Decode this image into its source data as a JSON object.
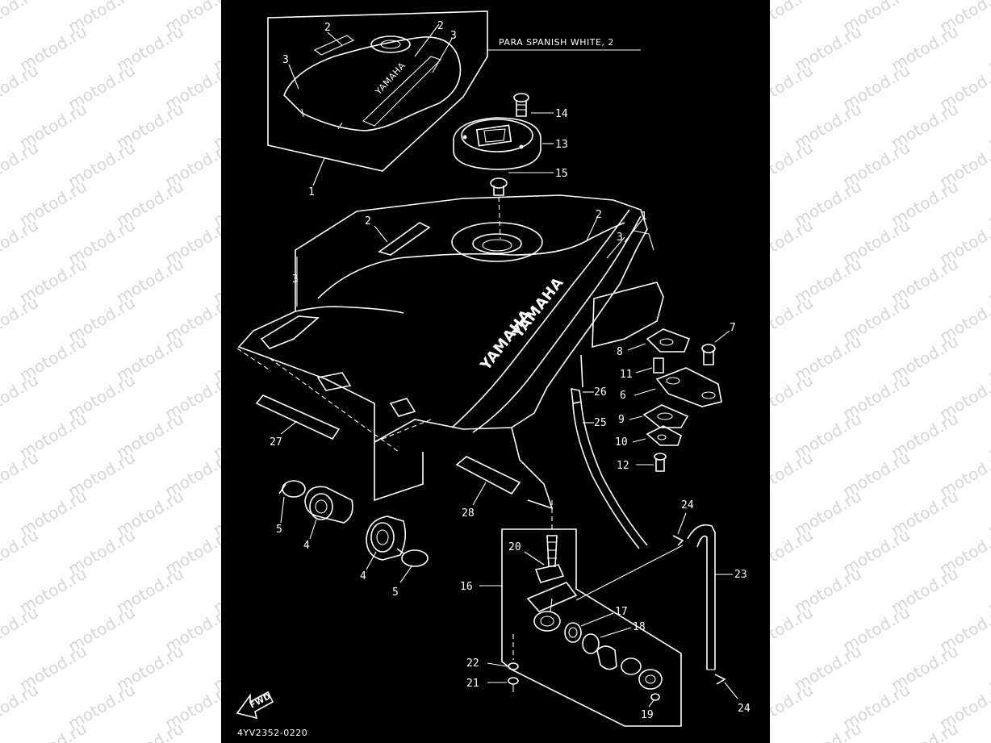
{
  "watermark_text": "motod.ru",
  "diagram": {
    "color_note": "PARA  SPANISH WHITE, 2",
    "part_code": "4YV2352-0220",
    "fwd_label": "FWD",
    "labels": {
      "l1_top": "1",
      "l2_top": "2",
      "l2b_top": "2",
      "l3a_top": "3",
      "l3b_top": "3",
      "l14": "14",
      "l13": "13",
      "l15": "15",
      "l2_tank": "2",
      "l2b_tank": "2",
      "l1_tank": "1",
      "l3_tank_r": "3",
      "l3_tank_l": "3",
      "l7": "7",
      "l8": "8",
      "l11": "11",
      "l6": "6",
      "l9": "9",
      "l10": "10",
      "l12": "12",
      "l26": "26",
      "l25": "25",
      "l27": "27",
      "l28": "28",
      "l5a": "5",
      "l4a": "4",
      "l4b": "4",
      "l5b": "5",
      "l24a": "24",
      "l23": "23",
      "l24b": "24",
      "l20": "20",
      "l16": "16",
      "l17": "17",
      "l18": "18",
      "l22": "22",
      "l21": "21",
      "l19": "19"
    }
  }
}
